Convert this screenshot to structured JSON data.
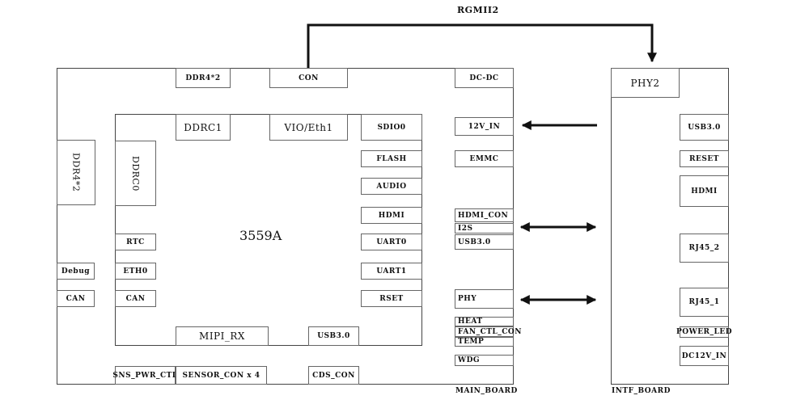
{
  "top_label": "RGMII2",
  "main": {
    "board_label": "MAIN_BOARD",
    "ddr4_top": "DDR4*2",
    "con_top": "CON",
    "dcdc": "DC-DC",
    "ddr4_left": "DDR4*2",
    "debug": "Debug",
    "can_outer": "CAN",
    "sns_pwr": "SNS_PWR_CTL",
    "sensor_con": "SENSOR_CON x 4",
    "cds_con": "CDS_CON"
  },
  "chip": {
    "name": "3559A",
    "ddrc1": "DDRC1",
    "vio_eth1": "VIO/Eth1",
    "ddrc0": "DDRC0",
    "rtc": "RTC",
    "eth0": "ETH0",
    "can": "CAN",
    "mipi_rx": "MIPI_RX",
    "usb30": "USB3.0",
    "right_ports": [
      "SDIO0",
      "FLASH",
      "AUDIO",
      "HDMI",
      "UART0",
      "UART1",
      "RSET"
    ]
  },
  "main_right": {
    "v12_in": "12V_IN",
    "emmc": "EMMC",
    "hdmi_con": "HDMI_CON",
    "i2s": "I2S",
    "usb30": "USB3.0",
    "phy": "PHY",
    "heat": "HEAT",
    "fan_ctl_con": "FAN_CTL_CON",
    "temp": "TEMP",
    "wdg": "WDG"
  },
  "intf": {
    "board_label": "INTF_BOARD",
    "phy2": "PHY2",
    "ports": [
      "USB3.0",
      "RESET",
      "HDMI",
      "RJ45_2",
      "RJ45_1",
      "POWER_LED",
      "DC12V_IN"
    ]
  }
}
